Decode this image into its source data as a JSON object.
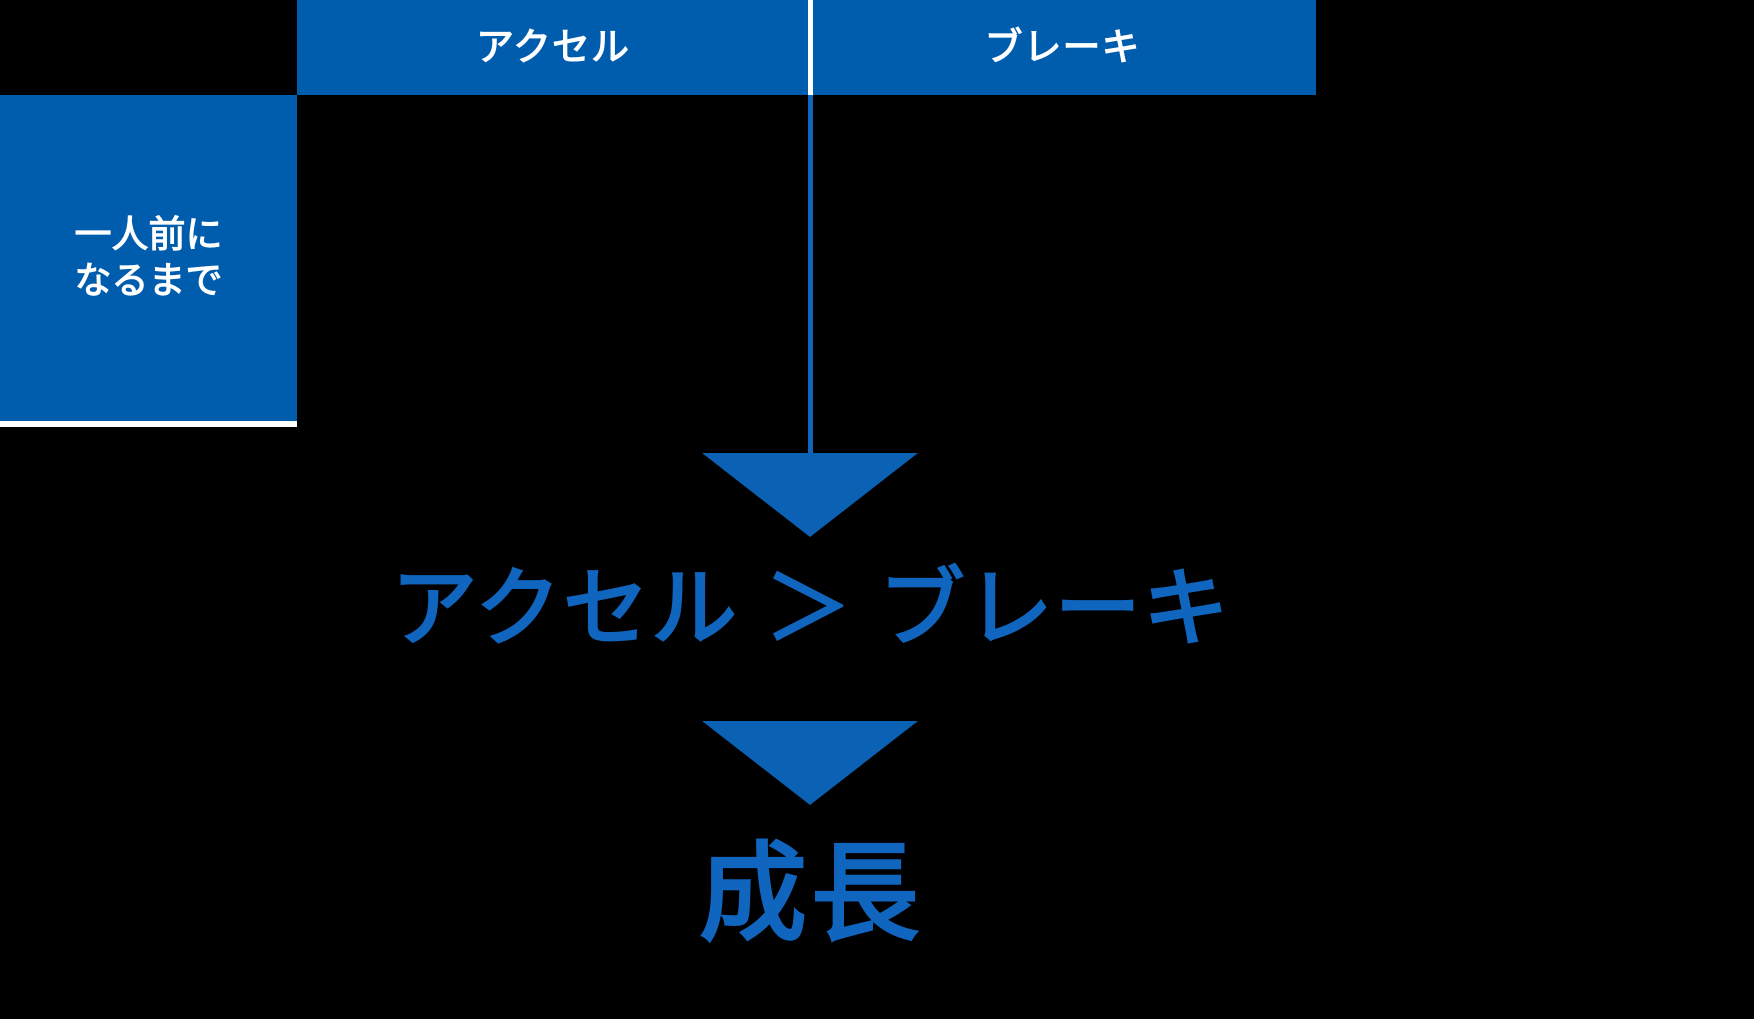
{
  "colors": {
    "background": "#000000",
    "panel_blue": "#005DAD",
    "accent_blue": "#1065BE",
    "arrow_blue": "#0B62B5",
    "divider_white": "#FFFFFF"
  },
  "header": {
    "columns": [
      {
        "label": "アクセル"
      },
      {
        "label": "ブレーキ"
      }
    ]
  },
  "left_box": {
    "label": "一人前に\nなるまで"
  },
  "flow": {
    "arrow_1": "down-triangle",
    "headline": "アクセル ＞ ブレーキ",
    "arrow_2": "down-triangle",
    "result": "成長"
  }
}
